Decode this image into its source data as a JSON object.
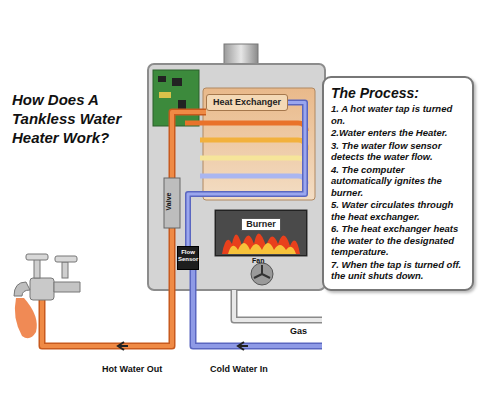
{
  "diagram": {
    "title": "How Does A Tankless Water Heater Work?",
    "nodes": [
      {
        "text": [
          "Heat Exchanger"
        ]
      },
      {
        "text": [
          "Burner"
        ]
      },
      {
        "text": [
          "Flow Sensor"
        ]
      },
      {
        "text": [
          "The Process:",
          "1. A hot water tap is turned on.",
          "2.Water enters the Heater.",
          "3. The water flow sensor detects the water flow.",
          "4. The computer automatically ignites the burner.",
          "5. Water circulates through the heat exchanger.",
          "6. The heat exchanger heats the water to the designated temperature.",
          "7. When the tap is turned off. the unit shuts down."
        ]
      }
    ],
    "edges": [
      {
        "from": 2,
        "to": 0,
        "arrow": "none"
      }
    ],
    "labels": [
      "Valve",
      "Fan",
      "Hot Water Out",
      "Cold Water In",
      "Gas"
    ]
  }
}
